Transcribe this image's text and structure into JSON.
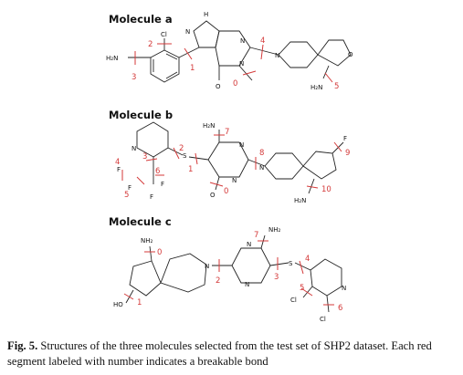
{
  "figure": {
    "molecules": [
      {
        "label": "Molecule a",
        "atoms": {
          "ring_n": "N",
          "nh": "H",
          "cl": "Cl",
          "h2n": "H₂N",
          "o_carbonyl": "O",
          "n5": "N",
          "n6": "N",
          "ring_n_pip": "N",
          "o_ring": "O",
          "nh2": "H₂N"
        },
        "breakable_bonds": [
          "0",
          "1",
          "2",
          "3",
          "4",
          "5"
        ]
      },
      {
        "label": "Molecule b",
        "atoms": {
          "pyridine_n": "N",
          "s": "S",
          "nh2_top": "H₂N",
          "n_pyr1": "N",
          "n_pyr2": "N",
          "o_carbonyl": "O",
          "n_pip": "N",
          "f": "F",
          "f1": "F",
          "f2": "F",
          "f3": "F",
          "f4": "F",
          "nh2": "H₂N"
        },
        "breakable_bonds": [
          "0",
          "1",
          "2",
          "3",
          "4",
          "5",
          "6",
          "7",
          "8",
          "9",
          "10"
        ]
      },
      {
        "label": "Molecule c",
        "atoms": {
          "nh2": "NH₂",
          "ho": "HO",
          "n_pip": "N",
          "n_pyraz1": "N",
          "n_pyraz2": "N",
          "nh2_top": "NH₂",
          "s": "S",
          "n_pyr": "N",
          "cl1": "Cl",
          "cl2": "Cl"
        },
        "breakable_bonds": [
          "0",
          "1",
          "2",
          "3",
          "4",
          "5",
          "6",
          "7"
        ]
      }
    ]
  },
  "caption": {
    "label": "Fig. 5.",
    "text": " Structures of the three molecules selected from the test set of SHP2 dataset. Each red segment labeled with number indicates a breakable bond"
  }
}
